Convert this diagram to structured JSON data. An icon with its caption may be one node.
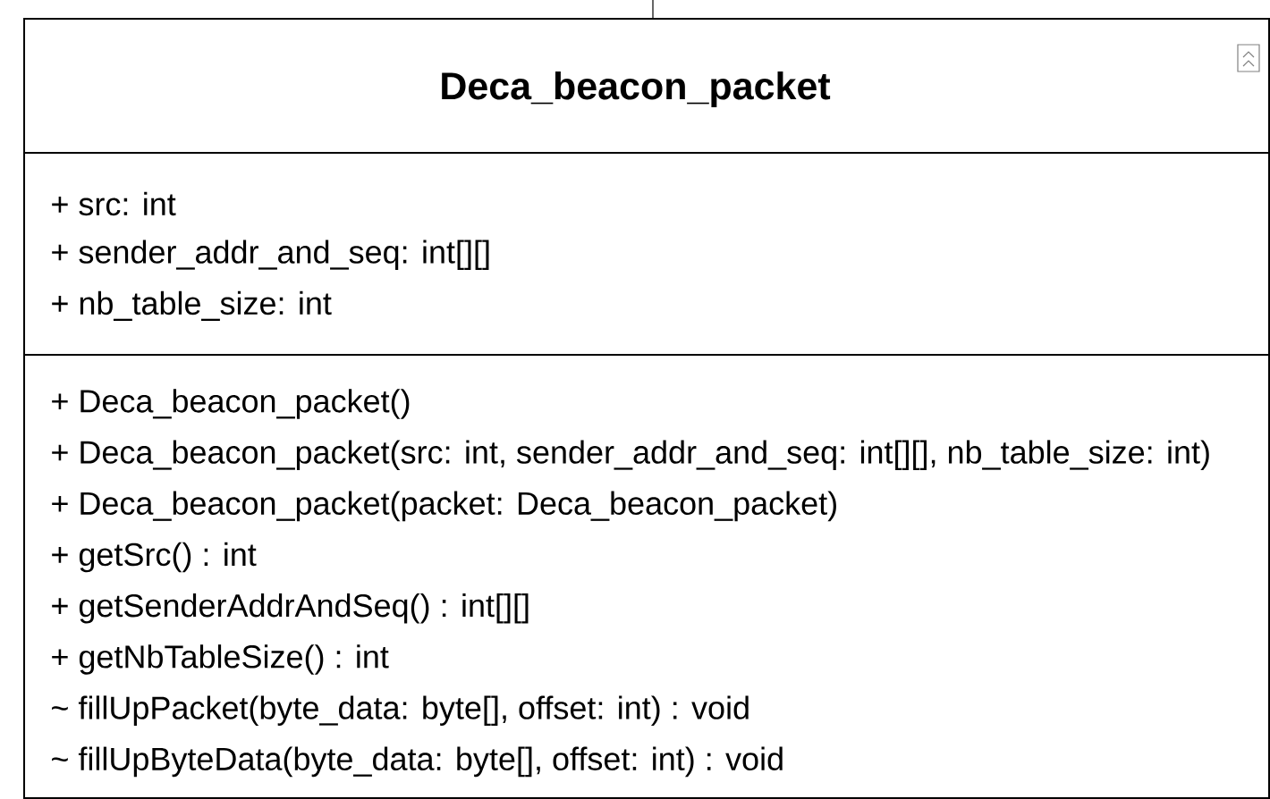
{
  "diagram": {
    "nodes": [
      {
        "text": [
          "Deca_beacon_packet"
        ]
      },
      {
        "text": [
          "+ src: int",
          "+ sender_addr_and_seq: int[][]",
          "+ nb_table_size: int"
        ],
        "in": 0
      },
      {
        "text": [
          "+ Deca_beacon_packet()",
          "+ Deca_beacon_packet(src: int, sender_addr_and_seq: int[][], nb_table_size: int)",
          "+ Deca_beacon_packet(packet: Deca_beacon_packet)",
          "+ getSrc() : int",
          "+ getSenderAddrAndSeq() : int[][]",
          "+ getNbTableSize() : int",
          "~ fillUpPacket(byte_data: byte[], offset: int) : void",
          "~ fillUpByteData(byte_data: byte[], offset: int) : void"
        ],
        "in": 0
      }
    ]
  }
}
